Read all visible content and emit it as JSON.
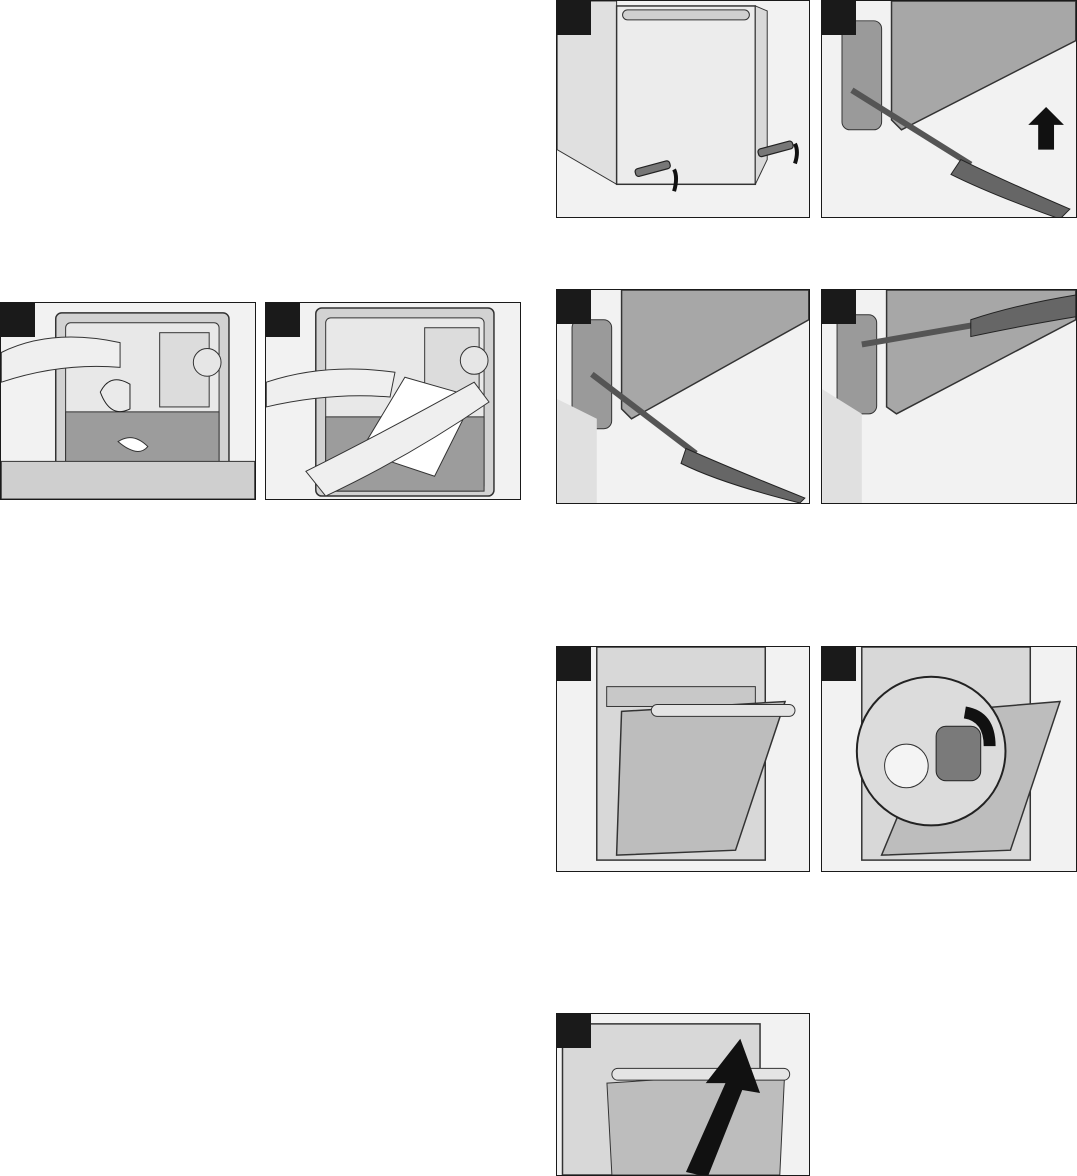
{
  "page": {
    "background": "#ffffff",
    "figure_bg": "#f2f2f2",
    "ink": "#1a1a1a",
    "surface_grey": "#bdbdbd"
  },
  "figures": [
    {
      "id": "fig-water-cup",
      "badge": "",
      "subject": "pouring-water-into-oven-icon"
    },
    {
      "id": "fig-cloth-wipe",
      "badge": "",
      "subject": "wiping-oven-cloth-icon"
    },
    {
      "id": "fig-door-screws",
      "badge": "",
      "subject": "door-screws-icon"
    },
    {
      "id": "fig-screwdriver-up",
      "badge": "",
      "subject": "screwdriver-lift-icon"
    },
    {
      "id": "fig-screwdriver-insert",
      "badge": "",
      "subject": "screwdriver-insert-icon"
    },
    {
      "id": "fig-screwdriver-side",
      "badge": "",
      "subject": "screwdriver-side-icon"
    },
    {
      "id": "fig-door-open",
      "badge": "",
      "subject": "open-door-icon"
    },
    {
      "id": "fig-hinge-detail",
      "badge": "",
      "subject": "hinge-detail-icon"
    },
    {
      "id": "fig-lift-door",
      "badge": "",
      "subject": "lift-door-arrow-icon"
    }
  ]
}
